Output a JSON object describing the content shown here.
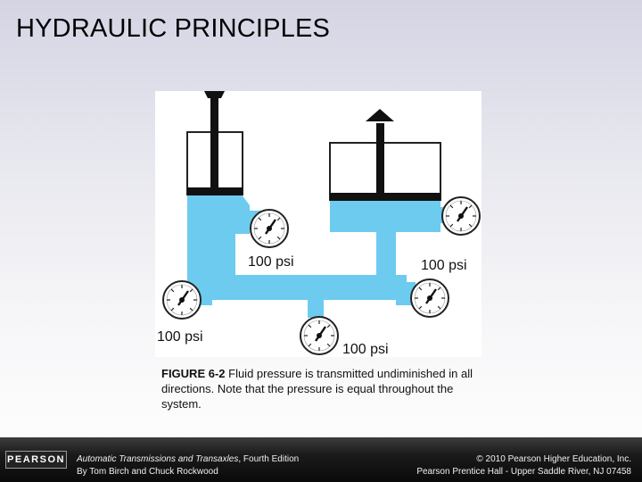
{
  "slide": {
    "title": "HYDRAULIC PRINCIPLES"
  },
  "figure": {
    "labels": {
      "left_gauge": "100 psi",
      "right_gauge": "100 psi",
      "bottom_left_gauge": "100 psi",
      "bottom_center_gauge": "100 psi"
    },
    "caption": {
      "number": "FIGURE 6-2",
      "text": " Fluid pressure is transmitted undiminished in all directions. Note that the pressure is equal throughout the system."
    },
    "colors": {
      "fluid": "#6ccbef",
      "piston": "#111111",
      "cylinder": "#ffffff",
      "outline": "#222222"
    }
  },
  "footer": {
    "logo": "PEARSON",
    "book_title": "Automatic Transmissions and Transaxles",
    "edition": ", Fourth Edition",
    "authors": "By Tom Birch and Chuck Rockwood",
    "copyright": "© 2010 Pearson Higher Education, Inc.",
    "publisher": "Pearson Prentice Hall - Upper Saddle River, NJ 07458"
  }
}
